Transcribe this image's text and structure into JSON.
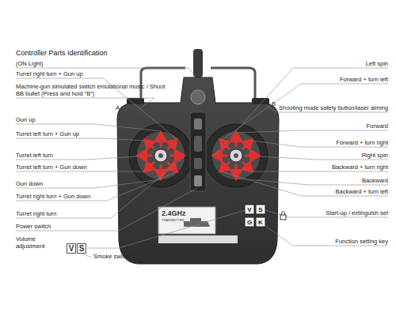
{
  "diagram": {
    "title": "Controller Parts Identification",
    "nodes": [
      {
        "text": [
          "V"
        ]
      },
      {
        "text": [
          "S"
        ]
      }
    ],
    "labels": [
      "(ON Light)",
      "Left spin",
      "Turret right turn + Gun up",
      "Forward + turn left",
      "Machine-gun simulated switch emulational music / Shoot BB bullet (Press and hold “B”)",
      "A",
      "B",
      "Shooting mode safety button/laser aiming",
      "Gun up",
      "Forward",
      "Turret left turn + Gun up",
      "Forward + turn right",
      "Turret left turn",
      "Right spin",
      "Turret left turn + Gun down",
      "Backward + turn right",
      "Backward",
      "Gun down",
      "Backward + turn left",
      "Turret right turn + Gun down",
      "V",
      "S",
      "G",
      "K",
      "2.4GHz",
      "TRANSMITTER",
      "Start-up / extinguish set",
      "Turret right turn",
      "Power switch",
      "Volume adjustment",
      "Function setting key",
      "Smoke switch"
    ]
  }
}
